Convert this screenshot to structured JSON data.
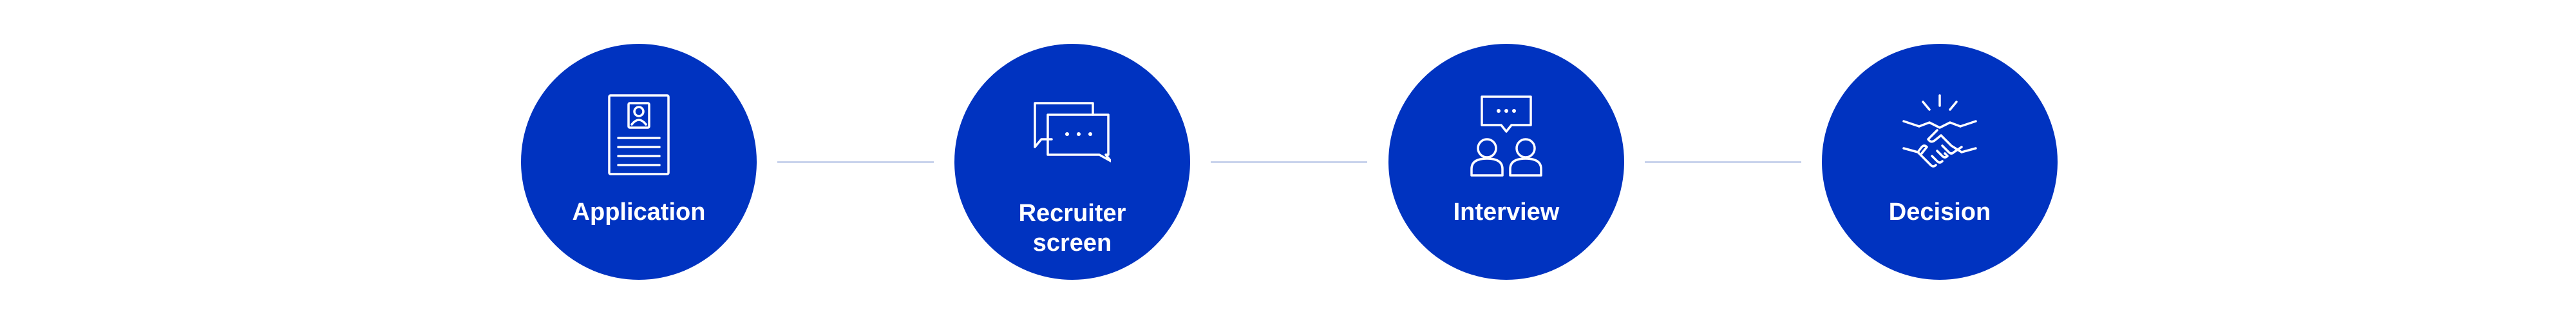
{
  "colors": {
    "circle": "#0033c0",
    "connector": "#c9d3ec",
    "label": "#ffffff"
  },
  "steps": [
    {
      "label": "Application",
      "icon": "resume-document-icon"
    },
    {
      "label": "Recruiter\nscreen",
      "icon": "chat-bubbles-icon"
    },
    {
      "label": "Interview",
      "icon": "people-conversation-icon"
    },
    {
      "label": "Decision",
      "icon": "handshake-icon"
    }
  ]
}
